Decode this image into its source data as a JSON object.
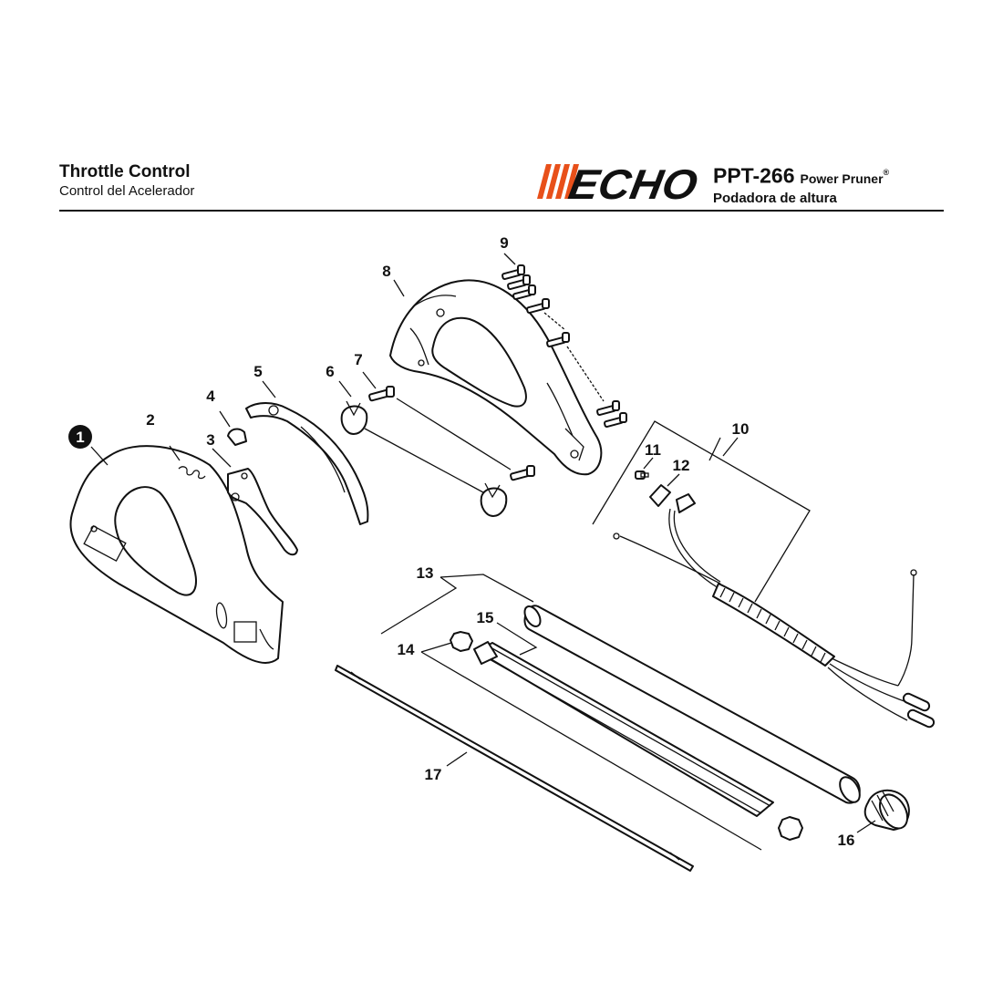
{
  "header": {
    "title": "Throttle Control",
    "subtitle": "Control del Acelerador",
    "brand": "ECHO",
    "model": "PPT-266",
    "product_name": "Power Pruner",
    "registered_mark": "®",
    "product_name_es": "Podadora de altura"
  },
  "colors": {
    "brand_orange": "#E8501A",
    "line": "#111111"
  },
  "callouts": [
    "1",
    "2",
    "3",
    "4",
    "5",
    "6",
    "7",
    "8",
    "9",
    "10",
    "11",
    "12",
    "13",
    "14",
    "15",
    "16",
    "17"
  ]
}
